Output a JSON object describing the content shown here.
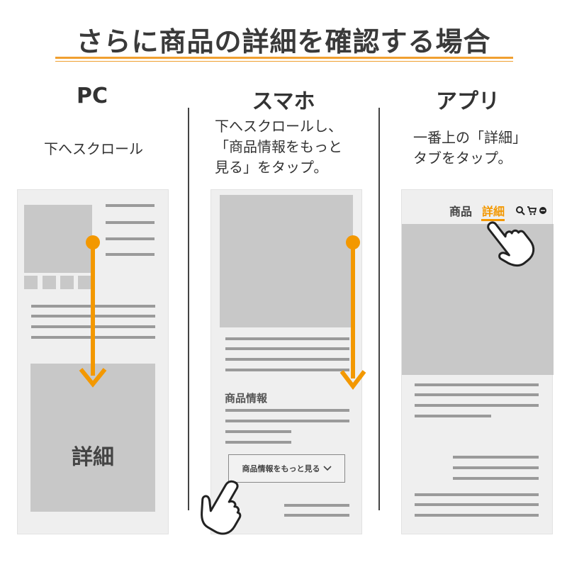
{
  "header": {
    "title": "さらに商品の詳細を確認する場合"
  },
  "columns": {
    "pc": {
      "heading": "PC",
      "instruction": "下へスクロール",
      "panel_label": "詳細"
    },
    "smartphone": {
      "heading": "スマホ",
      "instruction_lines": [
        "下へスクロールし、",
        "「商品情報をもっと",
        "見る」をタップ。"
      ],
      "section_label": "商品情報",
      "more_button_label": "商品情報をもっと見る"
    },
    "app": {
      "heading": "アプリ",
      "instruction_lines": [
        "一番上の「詳細」",
        "タブをタップ。"
      ],
      "tab_product": "商品",
      "tab_detail": "詳細"
    }
  },
  "colors": {
    "accent": "#f39800",
    "panel": "#efefef",
    "block": "#c8c8c8",
    "line": "#9a9a9a"
  },
  "icons": [
    "down-arrow-icon",
    "hand-pointer-icon",
    "search-icon",
    "cart-icon",
    "menu-dots-icon",
    "chevron-down-icon"
  ]
}
